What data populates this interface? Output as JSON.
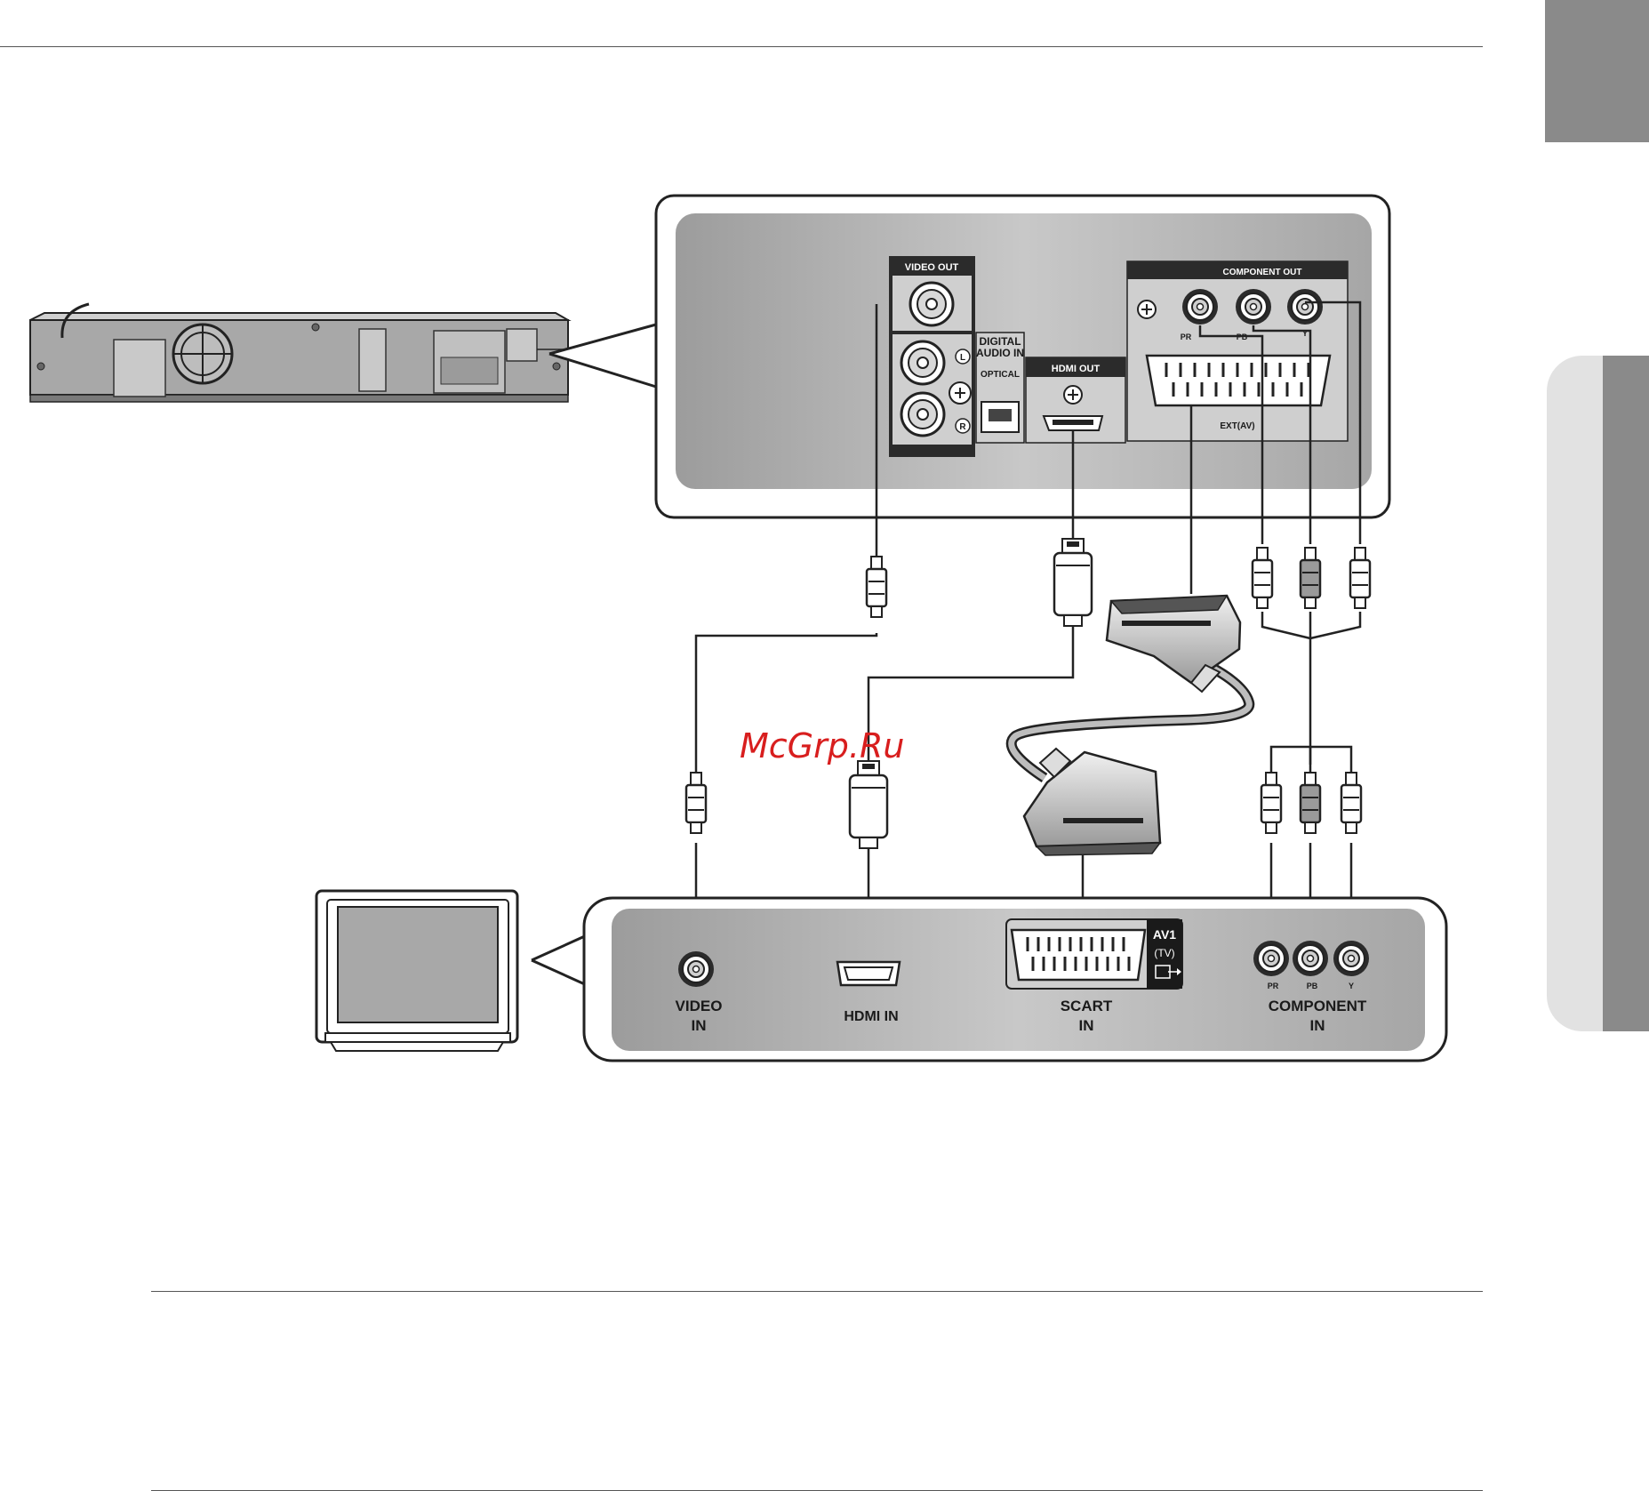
{
  "player_panel": {
    "video_out": "VIDEO OUT",
    "digital_audio_in_line1": "DIGITAL",
    "digital_audio_in_line2": "AUDIO IN",
    "optical": "OPTICAL",
    "hdmi_out": "HDMI OUT",
    "component_out": "COMPONENT OUT",
    "pr": "PR",
    "pb": "PB",
    "y": "Y",
    "ext_av": "EXT(AV)",
    "left": "L",
    "right": "R"
  },
  "tv_panel": {
    "video_in_line1": "VIDEO",
    "video_in_line2": "IN",
    "hdmi_in": "HDMI IN",
    "scart_in_line1": "SCART",
    "scart_in_line2": "IN",
    "av1": "AV1",
    "tv": "(TV)",
    "component_in_line1": "COMPONENT",
    "component_in_line2": "IN",
    "pr": "PR",
    "pb": "PB",
    "y": "Y"
  },
  "watermark": "McGrp.Ru",
  "colors": {
    "panel_gray": "#b9b9b9",
    "jack_dark": "#2b2b2b",
    "watermark_red": "#d81e1e",
    "tab_dark": "#8a8a8a",
    "tab_light": "#e2e2e2"
  }
}
